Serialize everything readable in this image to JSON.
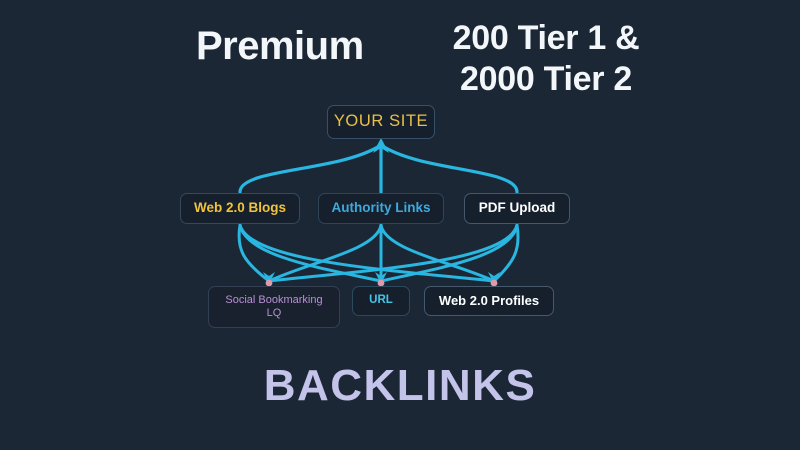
{
  "headline": {
    "left": "Premium",
    "right_line1": "200 Tier 1 &",
    "right_line2": "2000 Tier 2"
  },
  "footer": {
    "word": "BACKLINKS"
  },
  "colors": {
    "background": "#1c2735",
    "edge": "#29b6e0",
    "endpoint_dot": "#e09aa8",
    "gold": "#e8c04a",
    "blue": "#3fa9dd",
    "white": "#ffffff",
    "purple": "#b98fd6",
    "cyan": "#45c4e8",
    "footer_lavender": "#c4c3ea"
  },
  "diagram": {
    "root": {
      "label": "YOUR SITE"
    },
    "tier1": [
      {
        "label": "Web 2.0 Blogs"
      },
      {
        "label": "Authority Links"
      },
      {
        "label": "PDF Upload"
      }
    ],
    "tier2": [
      {
        "label": "Social Bookmarking LQ",
        "line1": "Social Bookmarking",
        "line2": "LQ"
      },
      {
        "label": "URL"
      },
      {
        "label": "Web 2.0 Profiles"
      }
    ]
  }
}
